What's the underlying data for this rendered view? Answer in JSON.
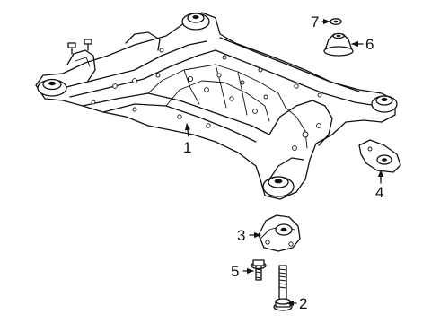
{
  "callouts": [
    {
      "id": "1",
      "part": "crossmember"
    },
    {
      "id": "2",
      "part": "bolt"
    },
    {
      "id": "3",
      "part": "bracket"
    },
    {
      "id": "4",
      "part": "bracket"
    },
    {
      "id": "5",
      "part": "bolt"
    },
    {
      "id": "6",
      "part": "insulator"
    },
    {
      "id": "7",
      "part": "nut"
    }
  ],
  "colors": {
    "line": "#111111",
    "background": "#ffffff"
  }
}
